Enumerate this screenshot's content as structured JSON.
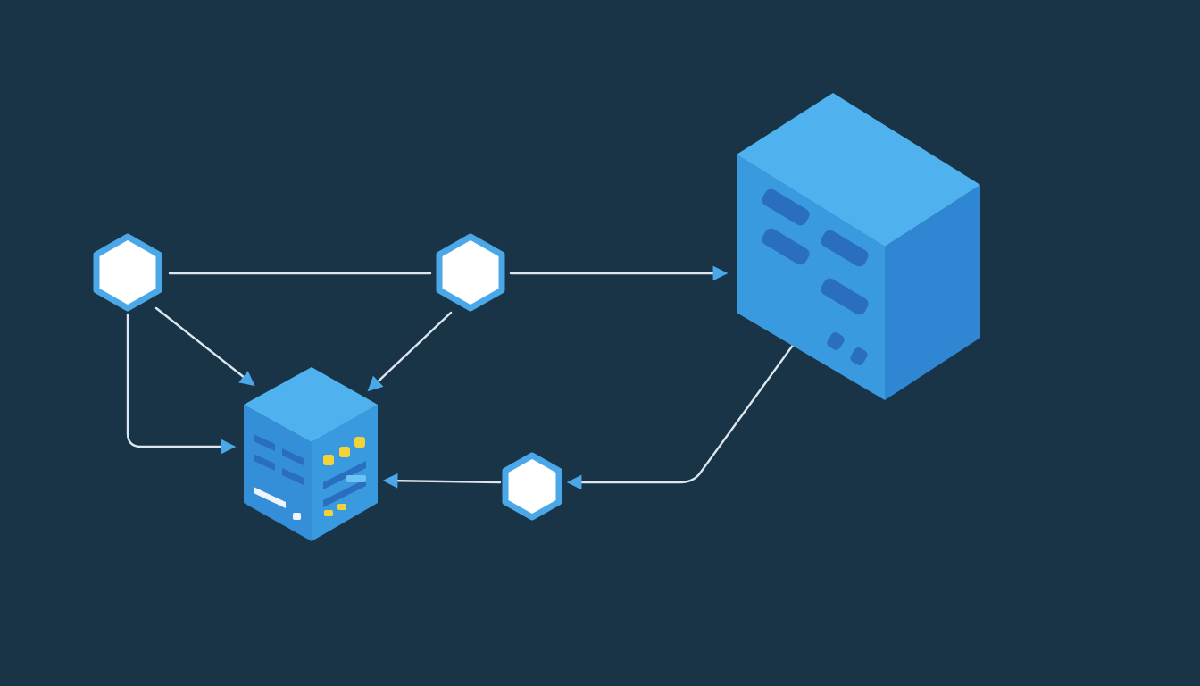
{
  "colors": {
    "background": "#1a3447",
    "connector": "#dce6ee",
    "arrowhead": "#4aa8e8",
    "node_fill": "#ffffff",
    "node_ring": "#4aa8e8",
    "cube_front": "#3a9ae0",
    "cube_top": "#4fb2ee",
    "cube_side": "#2f86d2",
    "panel_slot": "#2a6fbf",
    "indicator_yellow": "#f3d23a",
    "indicator_white": "#eef4fa",
    "indicator_light_blue": "#6cc4f2"
  },
  "diagram": {
    "nodes": [
      {
        "id": "node-left",
        "icon": "hexagon-node-icon"
      },
      {
        "id": "node-center",
        "icon": "hexagon-node-icon"
      },
      {
        "id": "node-bottom",
        "icon": "hexagon-node-icon"
      }
    ],
    "servers": [
      {
        "id": "server-small",
        "icon": "server-cube-icon"
      },
      {
        "id": "server-large",
        "icon": "server-cube-icon"
      }
    ],
    "edges": [
      {
        "from": "node-left",
        "to": "node-center",
        "arrow": false
      },
      {
        "from": "node-center",
        "to": "server-large",
        "arrow": true
      },
      {
        "from": "node-left",
        "to": "server-small",
        "arrow": true
      },
      {
        "from": "node-center",
        "to": "server-small",
        "arrow": true
      },
      {
        "from": "node-left",
        "to": "server-small",
        "arrow": true,
        "style": "elbow"
      },
      {
        "from": "node-bottom",
        "to": "server-small",
        "arrow": true
      },
      {
        "from": "server-large",
        "to": "node-bottom",
        "arrow": true,
        "style": "elbow"
      }
    ]
  }
}
